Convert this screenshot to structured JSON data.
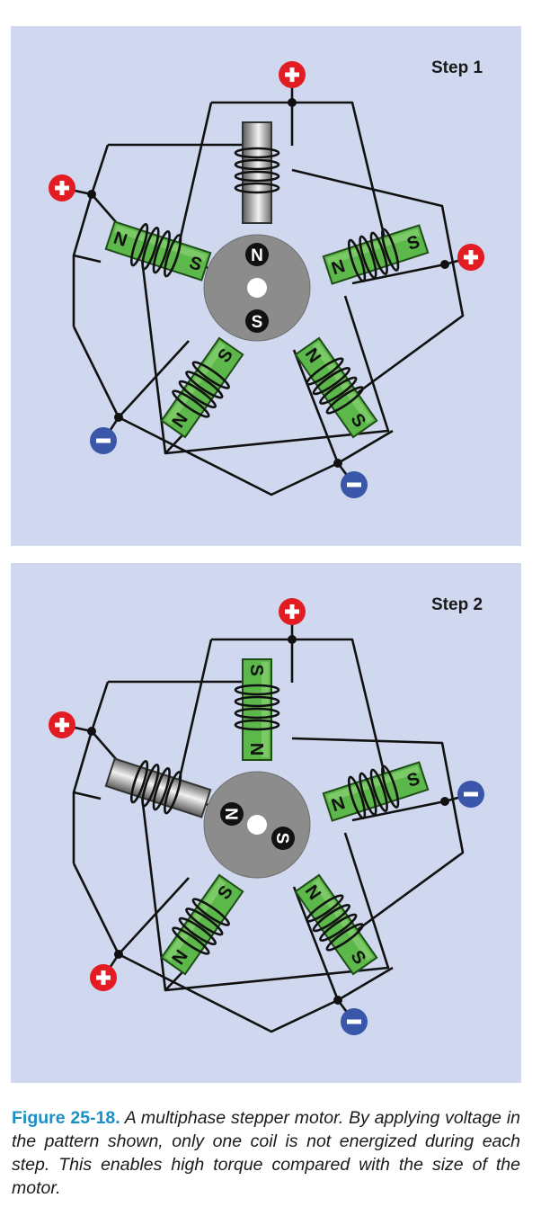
{
  "panels": [
    {
      "step_label": "Step 1",
      "rotor": {
        "label_top": "N",
        "label_bottom": "S"
      },
      "coils": [
        {
          "position": "top",
          "energized": false,
          "pole_a": "",
          "pole_b": ""
        },
        {
          "position": "upper-left",
          "energized": true,
          "pole_a": "N",
          "pole_b": "S"
        },
        {
          "position": "upper-right",
          "energized": true,
          "pole_a": "N",
          "pole_b": "S"
        },
        {
          "position": "lower-left",
          "energized": true,
          "pole_a": "N",
          "pole_b": "S"
        },
        {
          "position": "lower-right",
          "energized": true,
          "pole_a": "N",
          "pole_b": "S"
        }
      ],
      "terminals": [
        {
          "position": "top",
          "sign": "+"
        },
        {
          "position": "left",
          "sign": "+"
        },
        {
          "position": "right",
          "sign": "+"
        },
        {
          "position": "lower-left",
          "sign": "−"
        },
        {
          "position": "bottom",
          "sign": "−"
        }
      ]
    },
    {
      "step_label": "Step 2",
      "rotor": {
        "label_top": "N",
        "label_bottom": "S"
      },
      "coils": [
        {
          "position": "top",
          "energized": true,
          "pole_a": "S",
          "pole_b": "N"
        },
        {
          "position": "upper-left",
          "energized": false,
          "pole_a": "",
          "pole_b": ""
        },
        {
          "position": "upper-right",
          "energized": true,
          "pole_a": "N",
          "pole_b": "S"
        },
        {
          "position": "lower-left",
          "energized": true,
          "pole_a": "N",
          "pole_b": "S"
        },
        {
          "position": "lower-right",
          "energized": true,
          "pole_a": "N",
          "pole_b": "S"
        }
      ],
      "terminals": [
        {
          "position": "top",
          "sign": "+"
        },
        {
          "position": "left",
          "sign": "+"
        },
        {
          "position": "right",
          "sign": "−"
        },
        {
          "position": "lower-left",
          "sign": "+"
        },
        {
          "position": "bottom",
          "sign": "−"
        }
      ]
    }
  ],
  "caption": {
    "figure_number": "Figure 25-18.",
    "text": " A multiphase stepper motor. By applying voltage in the pattern shown, only one coil is not energized during each step. This enables high torque compared with the size of the motor."
  },
  "colors": {
    "panel_bg": "#cfd8ee",
    "coil_green": "#5cb84a",
    "coil_gray": "#9a9a9a",
    "rotor": "#8c8c8c",
    "positive": "#e31b23",
    "negative": "#3a56a8",
    "caption_accent": "#1a8fc5"
  }
}
